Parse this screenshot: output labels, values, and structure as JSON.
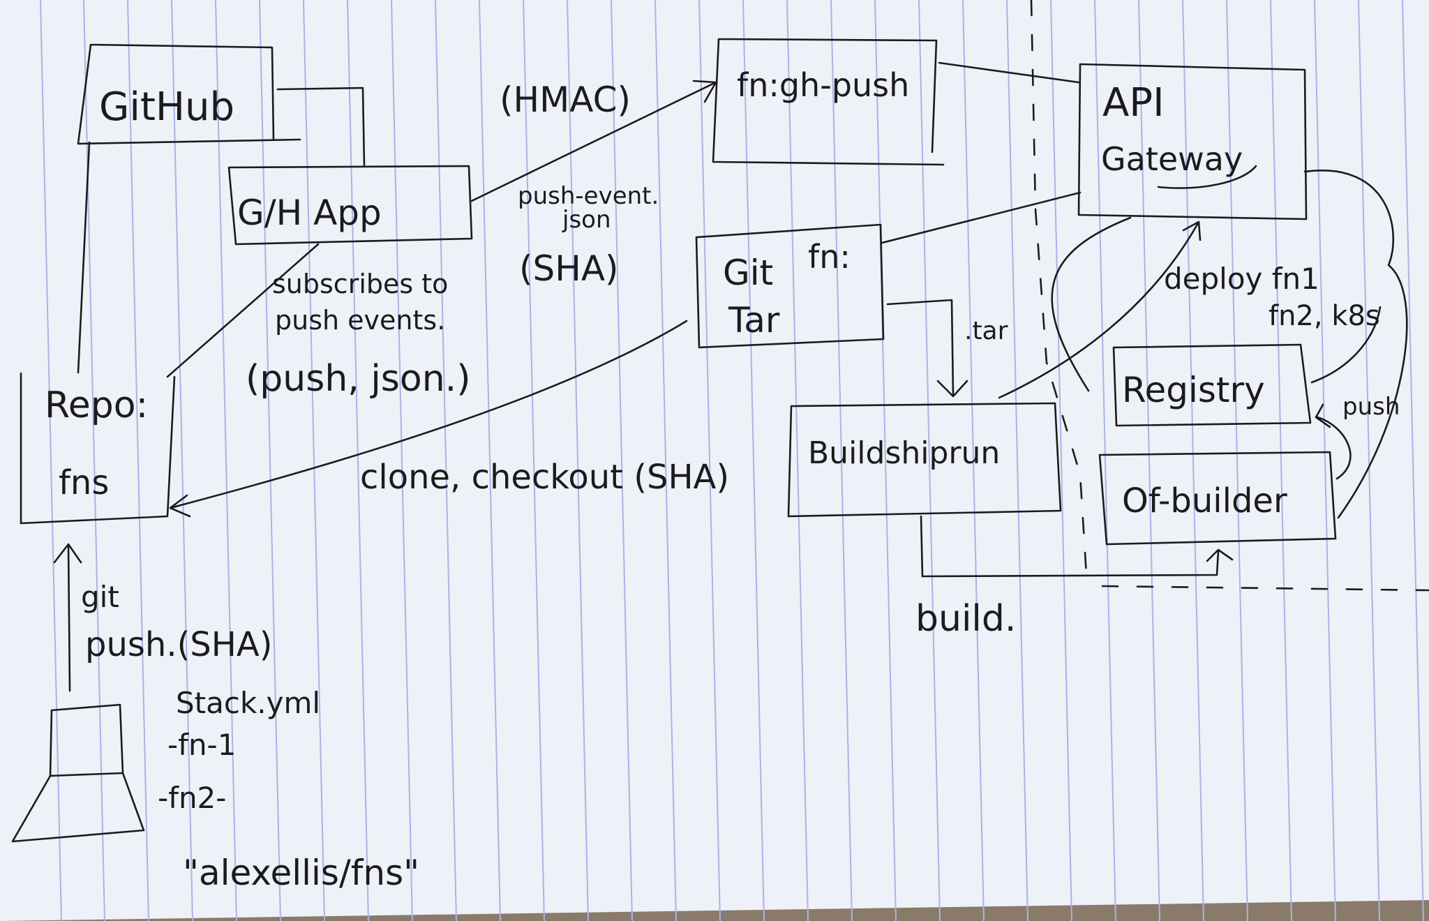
{
  "diagram": {
    "nodes": {
      "github": "GitHub",
      "gh_app": "G/H App",
      "repo_title": "Repo:",
      "repo_name": "fns",
      "push_fn": "fn:gh-push",
      "api_gateway_1": "API",
      "api_gateway_2": "Gateway",
      "git_fn_1": "Git",
      "git_fn_2": "fn:",
      "git_fn_3": "Tar",
      "buildshiprun": "Buildshiprun",
      "registry": "Registry",
      "of_builder": "Of-builder"
    },
    "labels": {
      "hmac": "(HMAC)",
      "push_event_1": "push-event.",
      "push_event_2": "json",
      "sha": "(SHA)",
      "subscribes_1": "subscribes to",
      "subscribes_2": "push events.",
      "subscribes_3": "(push, json.)",
      "clone": "clone, checkout (SHA)",
      "tar": ".tar",
      "deploy_1": "deploy fn1",
      "deploy_2": "fn2, k8s",
      "push": "push",
      "build": "build.",
      "git_push_1": "git",
      "git_push_2": "push.(SHA)",
      "stack_1": "Stack.yml",
      "stack_2": "-fn-1",
      "stack_3": "-fn2-",
      "repo_path": "\"alexellis/fns\""
    }
  }
}
